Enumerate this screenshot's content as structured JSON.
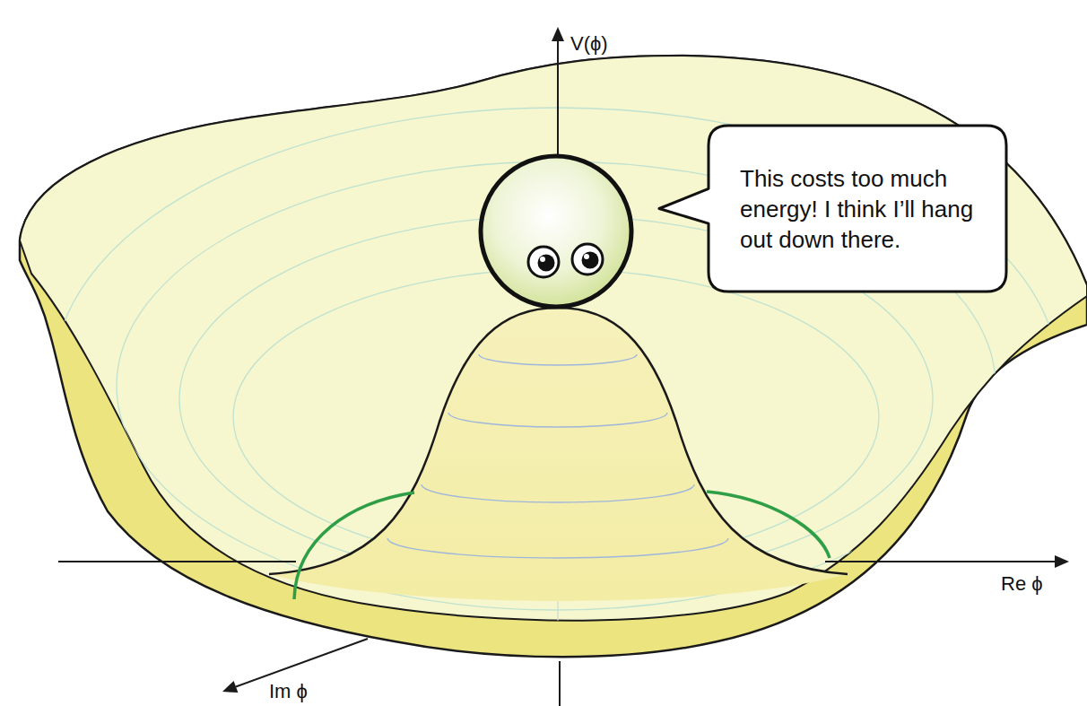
{
  "diagram": {
    "nodes": [
      {
        "text": [
          "This costs too much energy! I think I’ll hang out down there."
        ]
      }
    ],
    "labels": [
      "V(ϕ)",
      "Re ϕ",
      "Im ϕ"
    ]
  }
}
